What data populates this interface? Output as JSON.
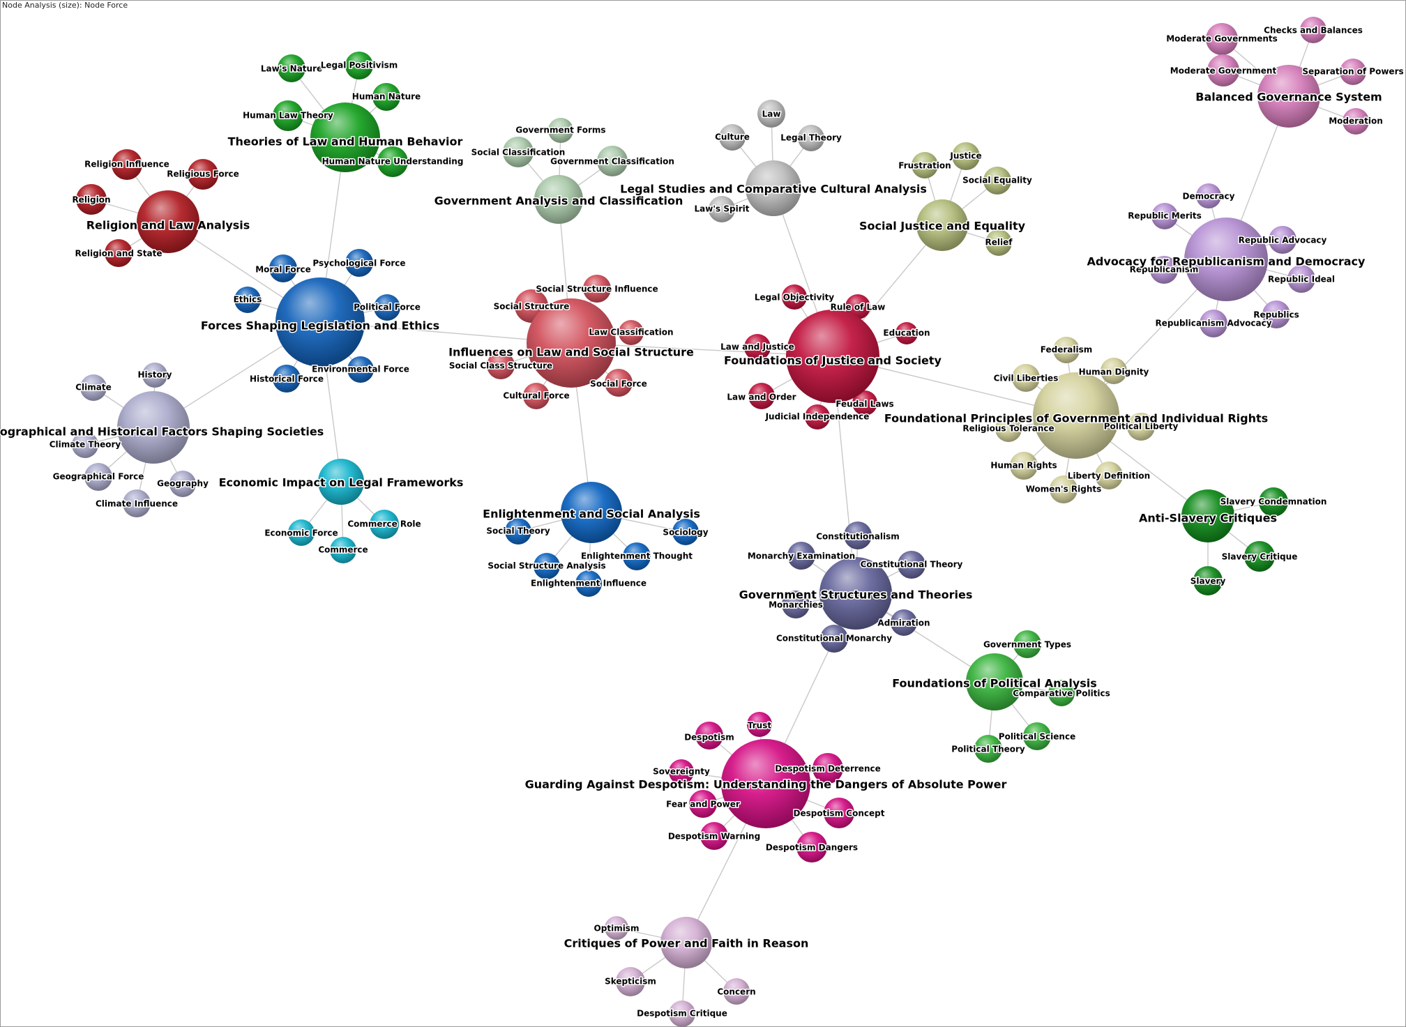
{
  "header": {
    "title": "Node Analysis (size): Node Force"
  },
  "graph": {
    "clusters": [
      {
        "id": "foundations",
        "hub": "Foundations of Justice and Society",
        "color": "#c0103a",
        "icon": "node-sphere",
        "leaves": [
          "Legal Objectivity",
          "Rule of Law",
          "Education",
          "Law and Justice",
          "Law and Order",
          "Judicial Independence",
          "Feudal Laws"
        ]
      },
      {
        "id": "influences",
        "hub": "Influences on Law and Social Structure",
        "color": "#d04c58",
        "leaves": [
          "Social Structure",
          "Social Structure Influence",
          "Law Classification",
          "Social Class Structure",
          "Social Force",
          "Cultural Force"
        ]
      },
      {
        "id": "forces",
        "hub": "Forces Shaping Legislation and Ethics",
        "color": "#0f5fb8",
        "leaves": [
          "Moral Force",
          "Psychological Force",
          "Ethics",
          "Political Force",
          "Historical Force",
          "Environmental Force"
        ]
      },
      {
        "id": "theories",
        "hub": "Theories of Law and Human Behavior",
        "color": "#14a01e",
        "leaves": [
          "Law's Nature",
          "Legal Positivism",
          "Human Nature",
          "Human Law Theory",
          "Human Nature Understanding"
        ]
      },
      {
        "id": "religion",
        "hub": "Religion and Law Analysis",
        "color": "#b01a20",
        "leaves": [
          "Religion Influence",
          "Religious Force",
          "Religion",
          "Religion and State"
        ]
      },
      {
        "id": "geography",
        "hub": "Geographical and Historical Factors Shaping Societies",
        "color": "#a9a9cb",
        "leaves": [
          "Climate",
          "History",
          "Climate Theory",
          "Geographical Force",
          "Geography",
          "Climate Influence"
        ]
      },
      {
        "id": "economic",
        "hub": "Economic Impact on Legal Frameworks",
        "color": "#12b4cc",
        "leaves": [
          "Economic Force",
          "Commerce Role",
          "Commerce"
        ]
      },
      {
        "id": "government-analysis",
        "hub": "Government Analysis and Classification",
        "color": "#a8c8a8",
        "leaves": [
          "Government Forms",
          "Social Classification",
          "Government Classification"
        ]
      },
      {
        "id": "enlightenment",
        "hub": "Enlightenment and Social Analysis",
        "color": "#0a62c0",
        "leaves": [
          "Social Theory",
          "Sociology",
          "Enlightenment Thought",
          "Social Structure Analysis",
          "Enlightenment Influence"
        ]
      },
      {
        "id": "legal-studies",
        "hub": "Legal Studies and Comparative Cultural Analysis",
        "color": "#bcbcbc",
        "leaves": [
          "Law",
          "Culture",
          "Legal Theory",
          "Law's Spirit"
        ]
      },
      {
        "id": "social-justice",
        "hub": "Social Justice and Equality",
        "color": "#b2bc78",
        "leaves": [
          "Frustration",
          "Justice",
          "Social Equality",
          "Relief"
        ]
      },
      {
        "id": "balanced",
        "hub": "Balanced Governance System",
        "color": "#d47ab8",
        "leaves": [
          "Moderate Governments",
          "Checks and Balances",
          "Moderate Government",
          "Separation of Powers",
          "Moderation"
        ]
      },
      {
        "id": "republicanism",
        "hub": "Advocacy for Republicanism and Democracy",
        "color": "#b48ed2",
        "leaves": [
          "Democracy",
          "Republic Merits",
          "Republic Advocacy",
          "Republicanism",
          "Republic Ideal",
          "Republics",
          "Republicanism Advocacy"
        ]
      },
      {
        "id": "principles",
        "hub": "Foundational Principles of Government and Individual Rights",
        "color": "#d2d09a",
        "leaves": [
          "Federalism",
          "Human Dignity",
          "Civil Liberties",
          "Religious Tolerance",
          "Political Liberty",
          "Human Rights",
          "Liberty Definition",
          "Women's Rights"
        ]
      },
      {
        "id": "anti-slavery",
        "hub": "Anti-Slavery Critiques",
        "color": "#0e8a18",
        "leaves": [
          "Slavery Condemnation",
          "Slavery Critique",
          "Slavery"
        ]
      },
      {
        "id": "government-structures",
        "hub": "Government Structures and Theories",
        "color": "#62629a",
        "leaves": [
          "Constitutionalism",
          "Monarchy Examination",
          "Constitutional Theory",
          "Monarchies",
          "Admiration",
          "Constitutional Monarchy"
        ]
      },
      {
        "id": "political-analysis",
        "hub": "Foundations of Political Analysis",
        "color": "#36b23a",
        "leaves": [
          "Government Types",
          "Comparative Politics",
          "Political Science",
          "Political Theory"
        ]
      },
      {
        "id": "despotism",
        "hub": "Guarding Against Despotism: Understanding the Dangers of Absolute Power",
        "color": "#d40c82",
        "leaves": [
          "Despotism",
          "Trust",
          "Sovereignty",
          "Despotism Deterrence",
          "Fear and Power",
          "Despotism Concept",
          "Despotism Warning",
          "Despotism Dangers"
        ]
      },
      {
        "id": "critiques",
        "hub": "Critiques of Power and Faith in Reason",
        "color": "#d2aed2",
        "leaves": [
          "Optimism",
          "Skepticism",
          "Concern",
          "Despotism Critique"
        ]
      }
    ],
    "hub_links": [
      [
        "influences",
        "foundations"
      ],
      [
        "influences",
        "forces"
      ],
      [
        "influences",
        "government-analysis"
      ],
      [
        "influences",
        "enlightenment"
      ],
      [
        "forces",
        "theories"
      ],
      [
        "forces",
        "religion"
      ],
      [
        "forces",
        "geography"
      ],
      [
        "forces",
        "economic"
      ],
      [
        "foundations",
        "legal-studies"
      ],
      [
        "foundations",
        "social-justice"
      ],
      [
        "foundations",
        "principles"
      ],
      [
        "foundations",
        "government-structures"
      ],
      [
        "principles",
        "republicanism"
      ],
      [
        "principles",
        "anti-slavery"
      ],
      [
        "republicanism",
        "balanced"
      ],
      [
        "government-structures",
        "political-analysis"
      ],
      [
        "government-structures",
        "despotism"
      ],
      [
        "despotism",
        "critiques"
      ]
    ]
  }
}
